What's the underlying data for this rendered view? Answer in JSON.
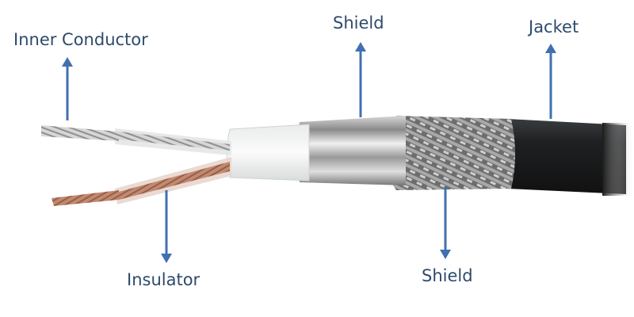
{
  "labels": {
    "inner_conductor": "Inner Conductor",
    "shield_top": "Shield",
    "jacket": "Jacket",
    "insulator": "Insulator",
    "shield_bottom": "Shield"
  },
  "colors": {
    "label_text": "#2e4a6b",
    "arrow": "#4070b0"
  }
}
